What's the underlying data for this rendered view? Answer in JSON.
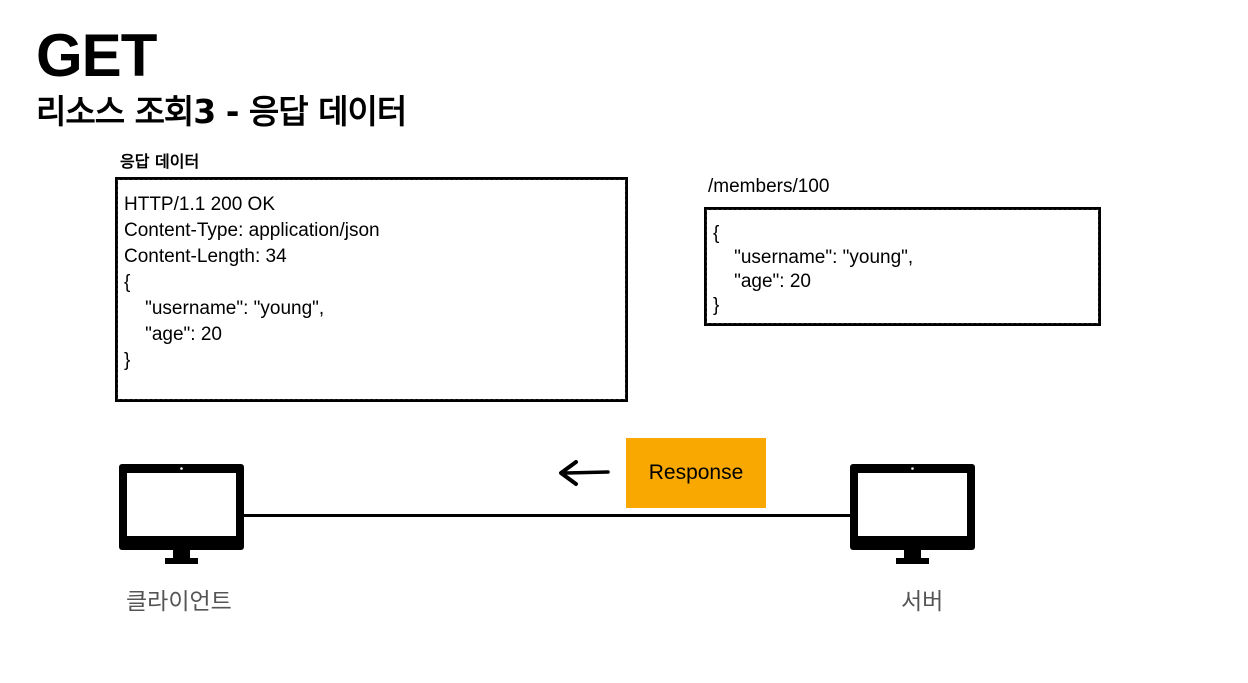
{
  "title": "GET",
  "subtitle": "리소스 조회3 - 응답 데이터",
  "response_caption": "응답 데이터",
  "resource_path": "/members/100",
  "response_message": {
    "lines": [
      "HTTP/1.1 200 OK",
      "Content-Type: application/json",
      "Content-Length: 34",
      "",
      "{",
      "    \"username\": \"young\",",
      "    \"age\": 20",
      "}"
    ]
  },
  "resource_body": {
    "lines": [
      "{",
      "    \"username\": \"young\",",
      "    \"age\": 20",
      "}"
    ]
  },
  "response_label": "Response",
  "client_label": "클라이언트",
  "server_label": "서버",
  "colors": {
    "response_badge": "#F8A800",
    "device_label": "#555555"
  }
}
